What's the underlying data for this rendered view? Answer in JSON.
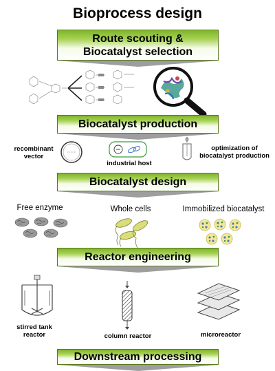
{
  "title": "Bioprocess design",
  "stages": [
    {
      "line1": "Route scouting &",
      "line2": "Biocatalyst selection"
    },
    {
      "label": "Biocatalyst production"
    },
    {
      "label": "Biocatalyst design"
    },
    {
      "label": "Reactor engineering"
    },
    {
      "label": "Downstream processing"
    }
  ],
  "production": {
    "recombinant_vector": "recombinant\nvector",
    "industrial_host": "industrial host",
    "optimization": "optimization of\nbiocatalyst production"
  },
  "design": {
    "free_enzyme": "Free enzyme",
    "whole_cells": "Whole cells",
    "immobilized": "Immobilized biocatalyst"
  },
  "reactors": {
    "stirred_tank": "stirred tank\nreactor",
    "column": "column reactor",
    "microreactor": "microreactor"
  },
  "colors": {
    "green_top": "#7fb52a",
    "green_border": "#5a7a1e",
    "arrow_gray": "#9e9e9e"
  }
}
